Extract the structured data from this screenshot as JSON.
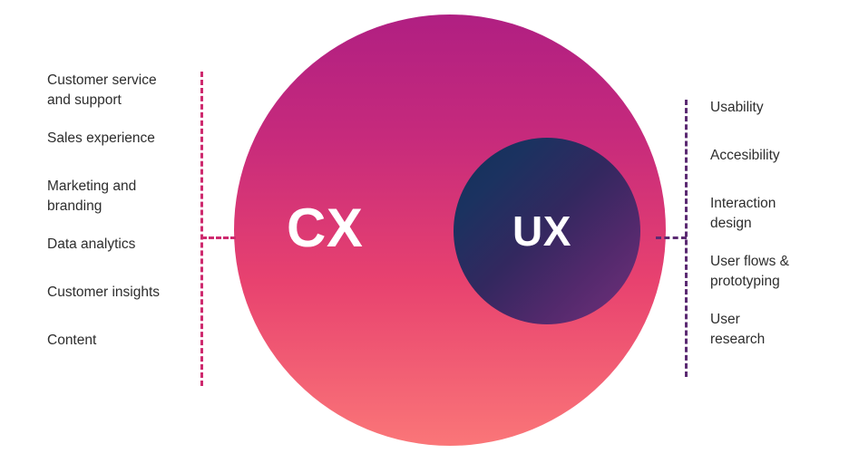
{
  "diagram": {
    "title": "CX and UX relationship Venn diagram",
    "circles": {
      "outer": {
        "label": "CX",
        "gradient_from": "#b01f82",
        "gradient_to": "#fa7678"
      },
      "inner": {
        "label": "UX",
        "gradient_from": "#11305a",
        "gradient_to": "#74317c"
      }
    },
    "connectors": {
      "left_line_color": "#ce2a6e",
      "right_line_color": "#5b2a72"
    },
    "left_list": {
      "items": [
        "Customer service\nand support",
        "Sales experience",
        "Marketing and\nbranding",
        "Data analytics",
        "Customer insights",
        "Content"
      ]
    },
    "right_list": {
      "items": [
        "Usability",
        "Accesibility",
        "Interaction\ndesign",
        "User flows &\nprototyping",
        "User\nresearch"
      ]
    }
  }
}
